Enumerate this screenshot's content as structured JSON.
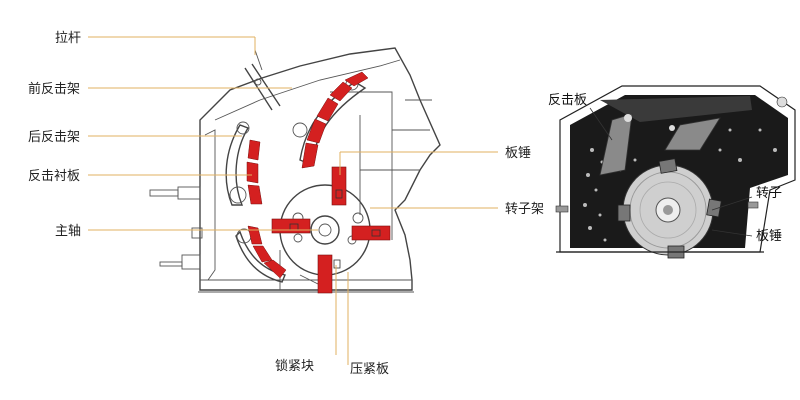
{
  "diagram": {
    "labels": {
      "pull_rod": "拉杆",
      "front_impact_frame": "前反击架",
      "rear_impact_frame": "后反击架",
      "impact_liner": "反击衬板",
      "main_shaft": "主轴",
      "blow_bar": "板锤",
      "rotor_frame": "转子架",
      "locking_block": "锁紧块",
      "clamp_plate": "压紧板"
    }
  },
  "photo": {
    "labels": {
      "impact_plate": "反击板",
      "rotor": "转子",
      "blow_bar": "板锤"
    }
  },
  "colors": {
    "leader_line": "#e0b060",
    "part_red": "#d42020",
    "outline": "#444444",
    "photo_dark": "#1a1a1a"
  }
}
